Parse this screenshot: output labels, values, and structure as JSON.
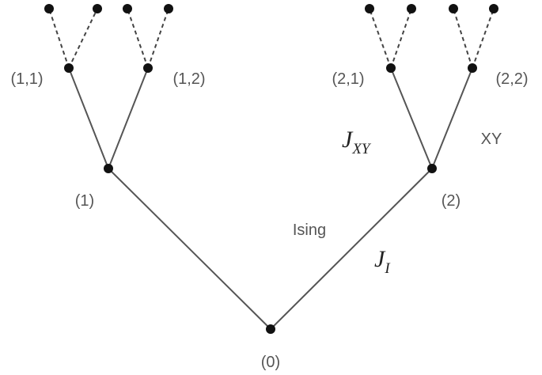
{
  "node_labels": {
    "root": "(0)",
    "n1": "(1)",
    "n2": "(2)",
    "n11": "(1,1)",
    "n12": "(1,2)",
    "n21": "(2,1)",
    "n22": "(2,2)"
  },
  "annotations": {
    "ising": "Ising",
    "xy": "XY",
    "j_i_symbol": "J",
    "j_i_subscript": "I",
    "j_xy_symbol": "J",
    "j_xy_subscript": "XY"
  },
  "colors": {
    "edge": "#555555",
    "node": "#111111",
    "label": "#555555",
    "math": "#222222"
  }
}
